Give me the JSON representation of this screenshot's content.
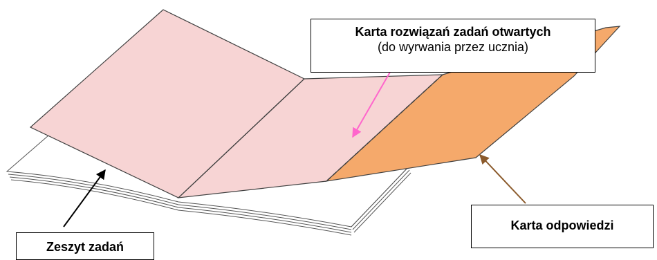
{
  "labels": {
    "answer_sheet_title": "Karta rozwiązań zadań otwartych",
    "answer_sheet_note": "(do wyrwania przez ucznia)",
    "answer_card": "Karta odpowiedzi",
    "task_booklet": "Zeszyt zadań"
  },
  "colors": {
    "booklet_cover": "#f7d4d4",
    "answer_card_fill": "#f5a96b",
    "booklet_outline": "#404040",
    "arrow_answer_sheet": "#ff66cc",
    "arrow_answer_card": "#8b5a2b",
    "arrow_booklet": "#000000"
  }
}
